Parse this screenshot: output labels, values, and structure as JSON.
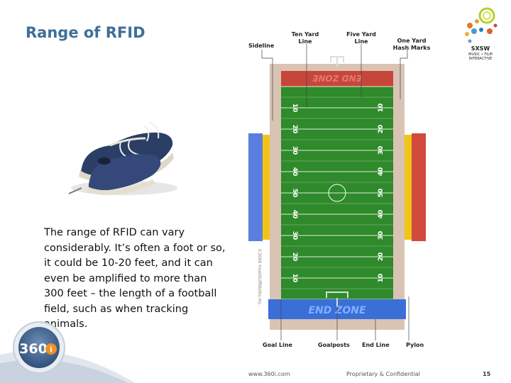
{
  "title": "Range of RFID",
  "body_text": "The range of RFID can vary considerably. It’s often a foot or so, it could be 10-20 feet, and it can even be amplified to more than 300 feet – the length of a football field, such as when tracking animals.",
  "field_labels": {
    "sideline": "Sideline",
    "ten_yard_line": "Ten Yard Line",
    "five_yard_line": "Five Yard Line",
    "one_yard_hash": "One Yard Hash Marks",
    "goal_line": "Goal Line",
    "goalposts": "Goalposts",
    "end_line": "End Line",
    "pylon": "Pylon"
  },
  "end_zone_text": "END ZONE",
  "field_numbers": [
    "10",
    "20",
    "30",
    "40",
    "50",
    "40",
    "30",
    "20",
    "10"
  ],
  "copyright": "©2006 HowStuffWorks Inc.",
  "sxsw": {
    "wordmark": "SXSW",
    "line1": "MUSIC • FILM",
    "line2": "INTERACTIVE"
  },
  "logo_360_text": "360",
  "logo_360_suffix": "i",
  "footer": {
    "website": "www.360i.com",
    "confidential": "Proprietary & Confidential",
    "page_number": "15"
  },
  "colors": {
    "title": "#3f6f9a",
    "field_green": "#2e8a2a",
    "end_zone_red": "#c8453a",
    "end_zone_blue": "#3a6fd8",
    "stands_blue": "#4a6fd0",
    "stands_red": "#d04a3e",
    "yellow": "#f2c416"
  }
}
